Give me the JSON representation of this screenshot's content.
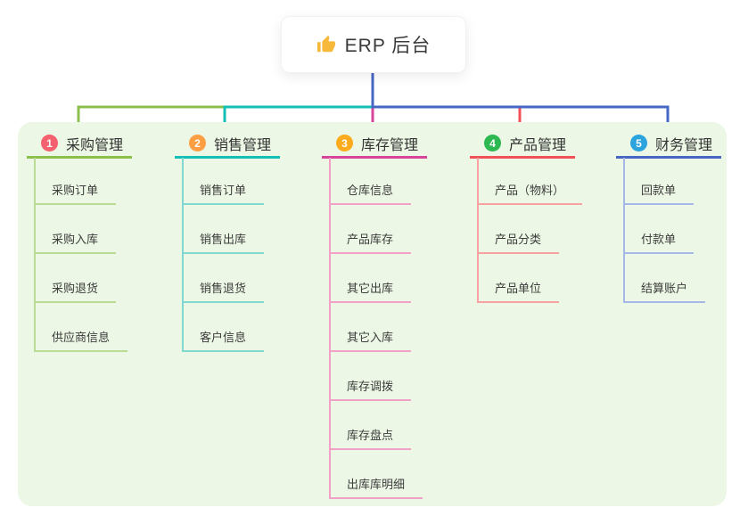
{
  "root": {
    "title": "ERP 后台",
    "icon": "thumbs-up-icon",
    "icon_color": "#f6b93b"
  },
  "branches": [
    {
      "badge": "1",
      "label": "采购管理",
      "badge_color": "#f5616e",
      "line_color": "#8bc14b",
      "tint_color": "#badb94",
      "items": [
        "采购订单",
        "采购入库",
        "采购退货",
        "供应商信息"
      ]
    },
    {
      "badge": "2",
      "label": "销售管理",
      "badge_color": "#fd9e43",
      "line_color": "#14bfb6",
      "tint_color": "#81d8d0",
      "items": [
        "销售订单",
        "销售出库",
        "销售退货",
        "客户信息"
      ]
    },
    {
      "badge": "3",
      "label": "库存管理",
      "badge_color": "#fbab1b",
      "line_color": "#d7449a",
      "tint_color": "#f3a0c9",
      "items": [
        "仓库信息",
        "产品库存",
        "其它出库",
        "其它入库",
        "库存调拨",
        "库存盘点",
        "出库库明细"
      ]
    },
    {
      "badge": "4",
      "label": "产品管理",
      "badge_color": "#2db852",
      "line_color": "#f25157",
      "tint_color": "#f8a3a2",
      "items": [
        "产品（物料）",
        "产品分类",
        "产品单位"
      ]
    },
    {
      "badge": "5",
      "label": "财务管理",
      "badge_color": "#2ba3dc",
      "line_color": "#4767c5",
      "tint_color": "#a5b8e8",
      "items": [
        "回款单",
        "付款单",
        "结算账户"
      ]
    }
  ],
  "colors": {
    "panel_bg": "#ecf7e5",
    "root_stub": "#4767c5",
    "text": "#3c3c3c"
  }
}
